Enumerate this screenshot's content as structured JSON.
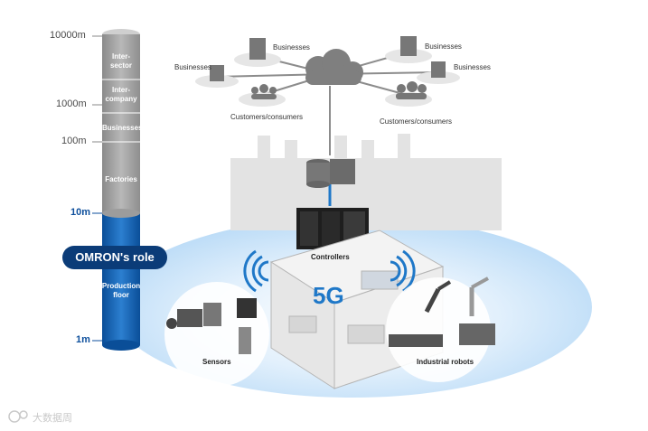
{
  "scale": {
    "labels": [
      "10000m",
      "1000m",
      "100m",
      "10m",
      "1m"
    ],
    "segments": [
      "Inter-\nsector",
      "Inter-\ncompany",
      "Businesses",
      "Factories",
      "Production\nfloor"
    ],
    "role": "OMRON's role"
  },
  "network": {
    "businesses_labels": [
      "Businesses",
      "Businesses",
      "Businesses",
      "Businesses"
    ],
    "customers_labels": [
      "Customers/consumers",
      "Customers/consumers"
    ]
  },
  "floor": {
    "controllers": "Controllers",
    "technology": "5G",
    "sensors": "Sensors",
    "robots": "Industrial robots"
  },
  "watermark": "大数据周",
  "colors": {
    "scale_gray": "#9a9a9a",
    "scale_blue": "#0d5eb0",
    "role_bg": "#0b3c78",
    "accent": "#1f78c8",
    "floor_glow": "#cfe6fa"
  }
}
